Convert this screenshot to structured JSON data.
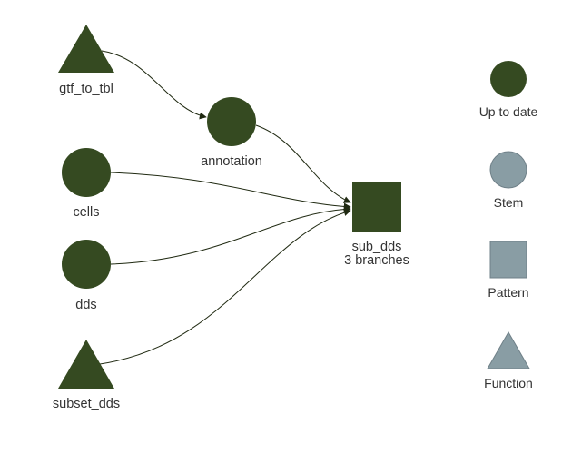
{
  "graph": {
    "colors": {
      "up_to_date": "#354a21",
      "legend_fill": "#899da4",
      "legend_stroke": "#6f8088",
      "edge": "#202a12"
    },
    "nodes": [
      {
        "id": "gtf_to_tbl",
        "label": "gtf_to_tbl",
        "shape": "triangle",
        "status": "up-to-date"
      },
      {
        "id": "annotation",
        "label": "annotation",
        "shape": "circle",
        "status": "up-to-date"
      },
      {
        "id": "cells",
        "label": "cells",
        "shape": "circle",
        "status": "up-to-date"
      },
      {
        "id": "dds",
        "label": "dds",
        "shape": "circle",
        "status": "up-to-date"
      },
      {
        "id": "subset_dds",
        "label": "subset_dds",
        "shape": "triangle",
        "status": "up-to-date"
      },
      {
        "id": "sub_dds",
        "label": "sub_dds",
        "sublabel": "3 branches",
        "shape": "square",
        "status": "up-to-date"
      }
    ],
    "edges": [
      {
        "from": "gtf_to_tbl",
        "to": "annotation"
      },
      {
        "from": "annotation",
        "to": "sub_dds"
      },
      {
        "from": "cells",
        "to": "sub_dds"
      },
      {
        "from": "dds",
        "to": "sub_dds"
      },
      {
        "from": "subset_dds",
        "to": "sub_dds"
      }
    ]
  },
  "legend": {
    "items": [
      {
        "label": "Up to date",
        "shape": "circle",
        "color": "#354a21"
      },
      {
        "label": "Stem",
        "shape": "circle",
        "color": "#899da4"
      },
      {
        "label": "Pattern",
        "shape": "square",
        "color": "#899da4"
      },
      {
        "label": "Function",
        "shape": "triangle",
        "color": "#899da4"
      }
    ]
  }
}
